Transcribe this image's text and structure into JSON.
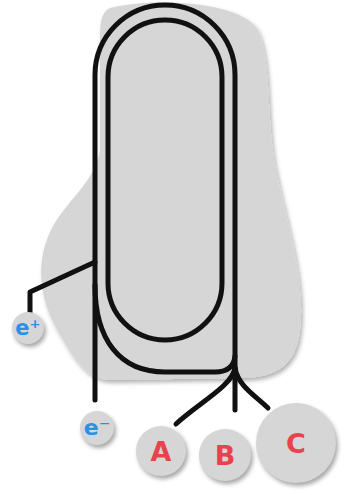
{
  "diagram": {
    "nodes": [
      {
        "text": [
          "e⁺"
        ]
      },
      {
        "text": [
          "e⁻"
        ]
      },
      {
        "text": [
          "A"
        ]
      },
      {
        "text": [
          "B"
        ]
      },
      {
        "text": [
          "C"
        ]
      }
    ]
  }
}
